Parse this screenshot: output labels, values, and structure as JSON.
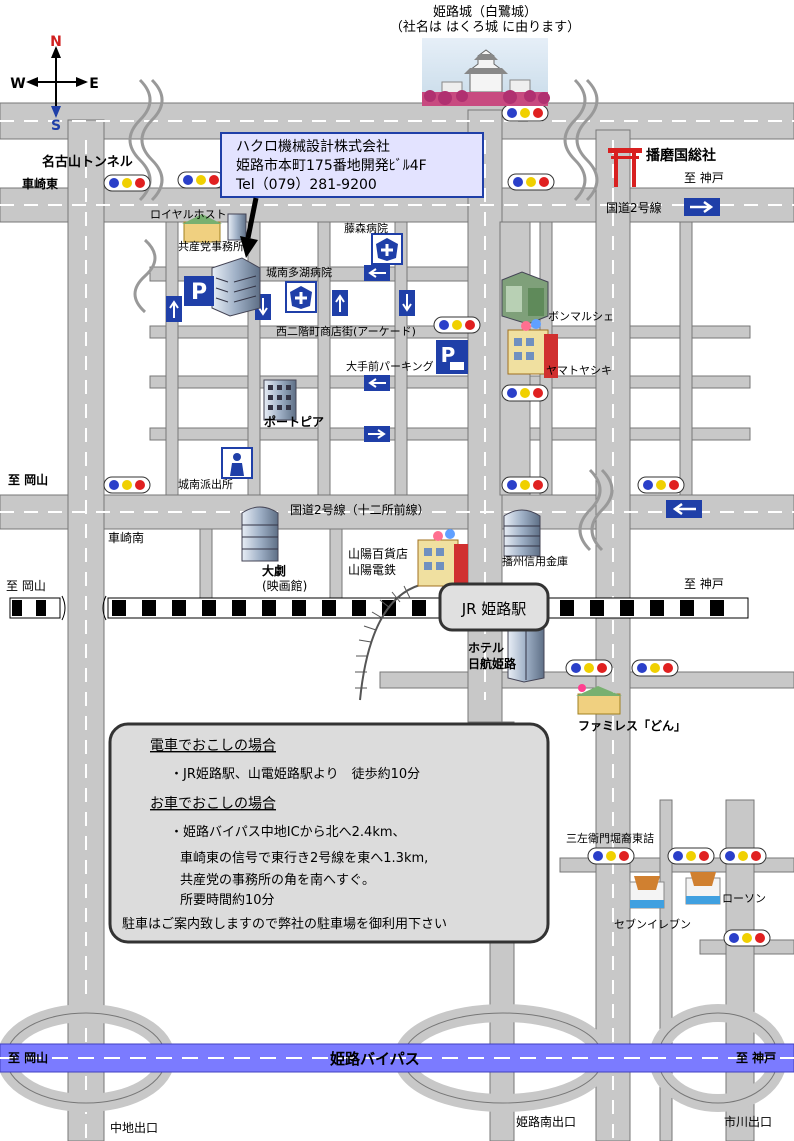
{
  "compass": {
    "n": "N",
    "s": "S",
    "w": "W",
    "e": "E"
  },
  "castle": {
    "title": "姫路城（白鷺城）",
    "note": "（社名は はくろ城 に由ります）"
  },
  "company": {
    "name": "ハクロ機械設計株式会社",
    "address": "姫路市本町175番地開発ﾋﾞﾙ4F",
    "tel": "Tel（079）281-9200"
  },
  "labels": {
    "nagoyama_tunnel": "名古山トンネル",
    "kurumazaki_higashi": "車崎東",
    "royal_host": "ロイヤルホスト",
    "kyosanto": "共産党事務所",
    "fujimori": "藤森病院",
    "jonan_tako": "城南多湖病院",
    "nishi_nikai": "西二階町商店街(アーケード)",
    "bon_marche": "ボンマルシェ",
    "yamatoyashiki": "ヤマトヤシキ",
    "otemae_parking": "大手前パーキング",
    "port_pia": "ポートピア",
    "jonan_koban": "城南派出所",
    "harima_shrine": "播磨国総社",
    "to_kobe_1": "至 神戸",
    "route2": "国道2号線",
    "to_okayama_1": "至 岡山",
    "route2_juni": "国道2号線（十二所前線）",
    "kurumazaki_minami": "車崎南",
    "daigeki": "大劇",
    "daigeki_sub": "(映画館)",
    "sanyo_dept": "山陽百貨店",
    "sanyo_rail": "山陽電鉄",
    "banshu_bank": "播州信用金庫",
    "to_okayama_2": "至 岡山",
    "to_kobe_2": "至 神戸",
    "jr_station": "JR 姫路駅",
    "hotel": "ホテル",
    "hotel_name": "日航姫路",
    "family_rest": "ファミレス「どん」",
    "sanzaemon": "三左衛門堀裔東詰",
    "lawson": "ローソン",
    "seven": "セブンイレブン",
    "to_okayama_3": "至 岡山",
    "bypass": "姫路バイパス",
    "to_kobe_3": "至 神戸",
    "nakachi_exit": "中地出口",
    "minami_exit": "姫路南出口",
    "ichikawa_exit": "市川出口"
  },
  "directions": {
    "train_heading": "電車でおこしの場合",
    "train_text": "・JR姫路駅、山電姫路駅より　徒歩約10分",
    "car_heading": "お車でおこしの場合",
    "car_line1": "・姫路バイパス中地ICから北へ2.4km、",
    "car_line2": "車崎東の信号で東行き2号線を東へ1.3km,",
    "car_line3": "共産党の事務所の角を南へすぐ。",
    "car_line4": "所要時間約10分",
    "parking": "駐車はご案内致しますので弊社の駐車場を御利用下さい"
  },
  "colors": {
    "road": "#c8c8c8",
    "road_edge": "#777777",
    "lane": "#ffffff",
    "bypass": "#7b7bff",
    "sign": "#1f3fa8",
    "box": "#dcdcdc",
    "company_box": "#e3e3ff"
  }
}
